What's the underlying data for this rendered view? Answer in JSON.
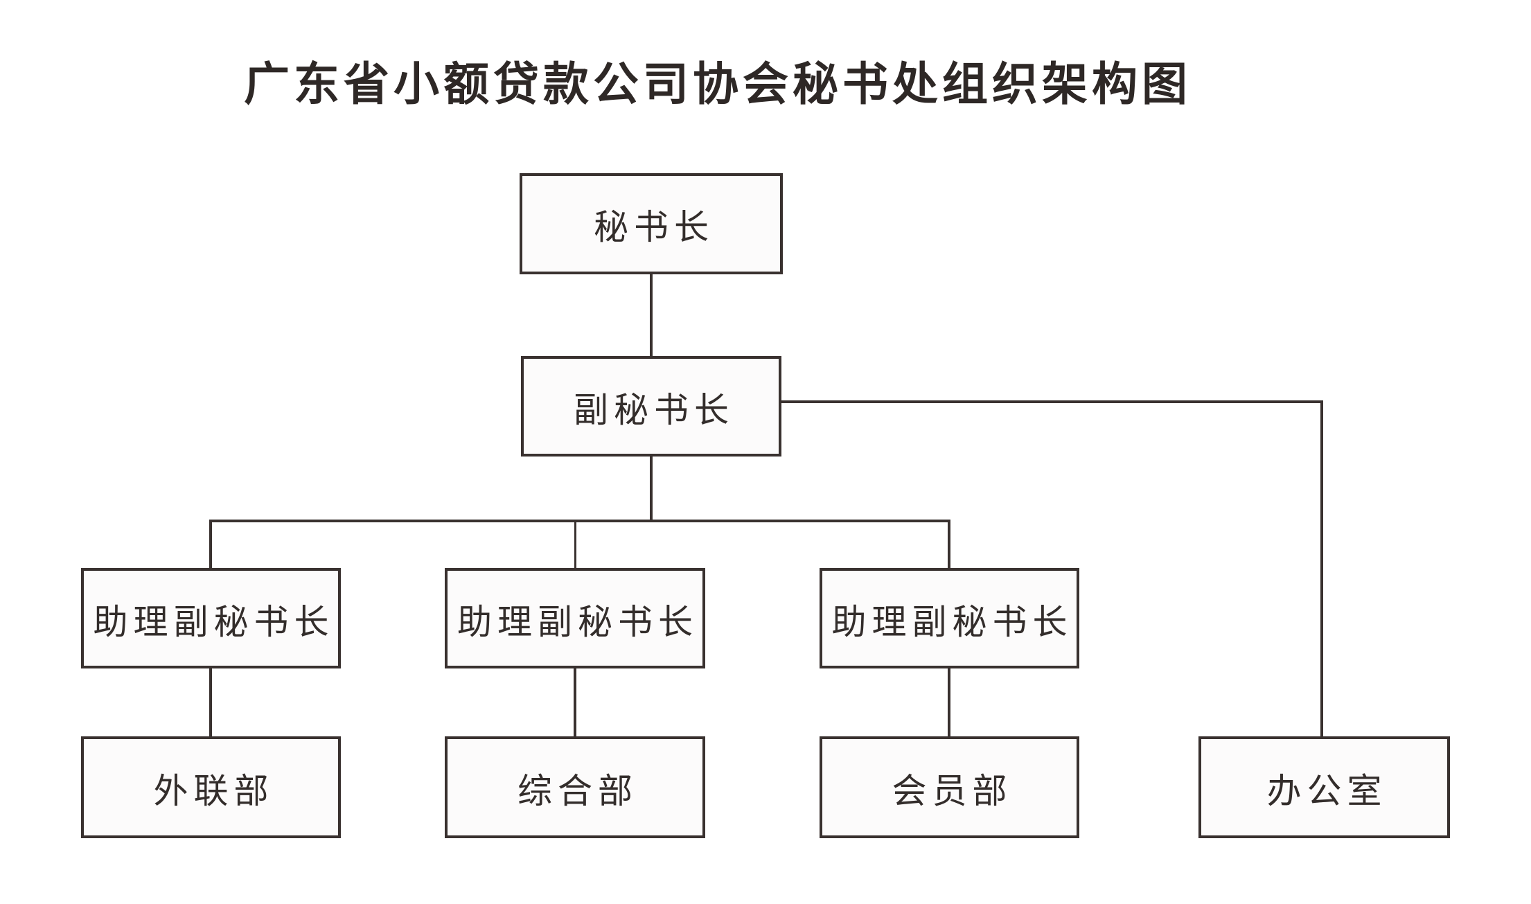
{
  "title": "广东省小额贷款公司协会秘书处组织架构图",
  "org": {
    "nodes": [
      {
        "id": "secretary-general",
        "label": "秘书长",
        "level": 1
      },
      {
        "id": "deputy-secretary-general",
        "label": "副秘书长",
        "level": 2
      },
      {
        "id": "assistant-deputy-1",
        "label": "助理副秘书长",
        "level": 3
      },
      {
        "id": "assistant-deputy-2",
        "label": "助理副秘书长",
        "level": 3
      },
      {
        "id": "assistant-deputy-3",
        "label": "助理副秘书长",
        "level": 3
      },
      {
        "id": "external-relations-dept",
        "label": "外联部",
        "level": 4
      },
      {
        "id": "general-affairs-dept",
        "label": "综合部",
        "level": 4
      },
      {
        "id": "membership-dept",
        "label": "会员部",
        "level": 4
      },
      {
        "id": "office",
        "label": "办公室",
        "level": 4
      }
    ],
    "edges": [
      {
        "from": "secretary-general",
        "to": "deputy-secretary-general"
      },
      {
        "from": "deputy-secretary-general",
        "to": "assistant-deputy-1"
      },
      {
        "from": "deputy-secretary-general",
        "to": "assistant-deputy-2"
      },
      {
        "from": "deputy-secretary-general",
        "to": "assistant-deputy-3"
      },
      {
        "from": "deputy-secretary-general",
        "to": "office"
      },
      {
        "from": "assistant-deputy-1",
        "to": "external-relations-dept"
      },
      {
        "from": "assistant-deputy-2",
        "to": "general-affairs-dept"
      },
      {
        "from": "assistant-deputy-3",
        "to": "membership-dept"
      }
    ]
  },
  "colors": {
    "background": "#ffffff",
    "box_fill": "#fcfbfb",
    "line": "#39312f",
    "text": "#332d2b"
  }
}
